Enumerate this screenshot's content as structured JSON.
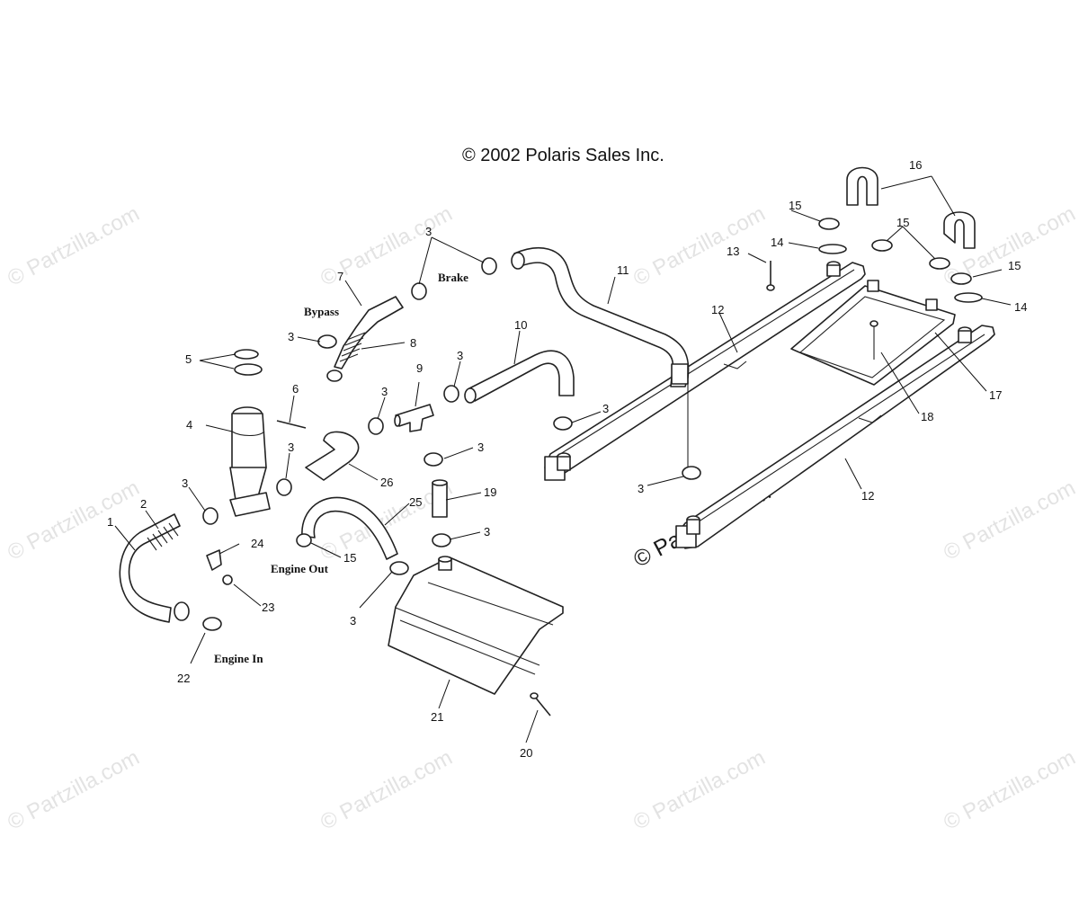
{
  "copyright": "© 2002 Polaris Sales Inc.",
  "watermark_text": "© Partzilla.com",
  "flow_labels": {
    "bypass": "Bypass",
    "brake": "Brake",
    "engine_out": "Engine Out",
    "engine_in": "Engine In"
  },
  "callouts": {
    "c1": "1",
    "c2": "2",
    "c3": "3",
    "c4": "4",
    "c5": "5",
    "c6": "6",
    "c7": "7",
    "c8": "8",
    "c9": "9",
    "c10": "10",
    "c11": "11",
    "c12": "12",
    "c13": "13",
    "c14": "14",
    "c15": "15",
    "c16": "16",
    "c17": "17",
    "c18": "18",
    "c19": "19",
    "c20": "20",
    "c21": "21",
    "c22": "22",
    "c23": "23",
    "c24": "24",
    "c25": "25",
    "c26": "26"
  }
}
